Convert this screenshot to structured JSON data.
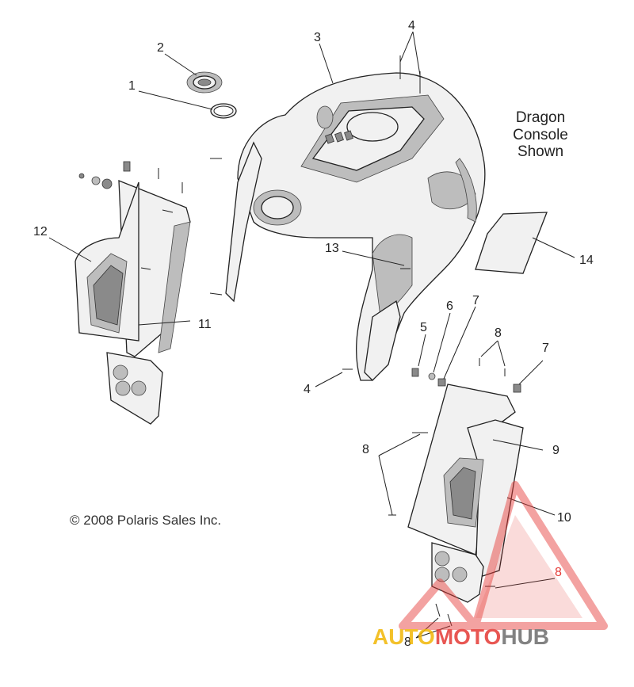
{
  "diagram": {
    "note_lines": [
      "Dragon",
      "Console",
      "Shown"
    ],
    "copyright": "© 2008 Polaris Sales Inc.",
    "callouts": {
      "c1": "1",
      "c2": "2",
      "c3": "3",
      "c4a": "4",
      "c4b": "4",
      "c5": "5",
      "c6": "6",
      "c7a": "7",
      "c7b": "7",
      "c8a": "8",
      "c8b": "8",
      "c8c": "8",
      "c8d": "8",
      "c9": "9",
      "c10": "10",
      "c11": "11",
      "c12": "12",
      "c13": "13",
      "c14": "14"
    }
  },
  "watermark": {
    "part1": "AUTO",
    "part2": "MOTO",
    "part3": "HUB",
    "colors": {
      "auto": "#f2b705",
      "moto": "#e53935",
      "hub": "#6d6d6d",
      "triangle": "#e53935"
    }
  }
}
